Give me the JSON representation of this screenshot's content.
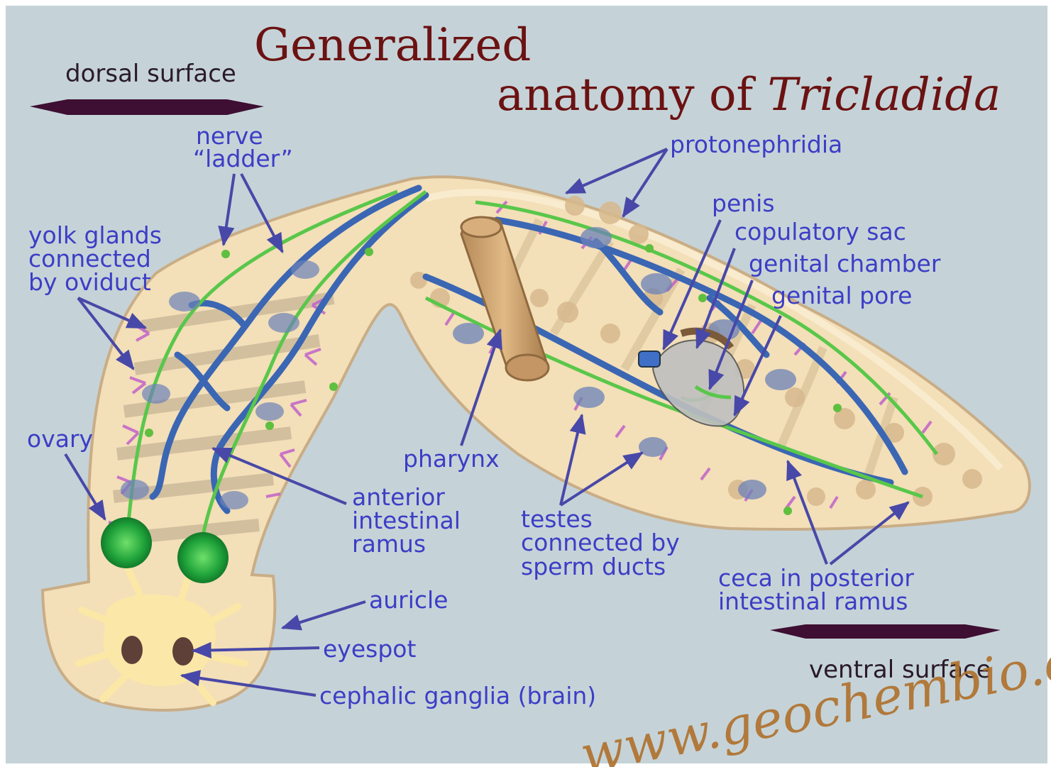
{
  "title": {
    "line1": "Generalized",
    "line2_prefix": "anatomy of ",
    "line2_italic": "Tricladida"
  },
  "ribbons": {
    "dorsal": "dorsal surface",
    "ventral": "ventral surface"
  },
  "labels": {
    "nerve_1": "nerve",
    "nerve_2": "“ladder”",
    "yolk_1": "yolk glands",
    "yolk_2": "connected",
    "yolk_3": "by oviduct",
    "ovary": "ovary",
    "protonephridia": "protonephridia",
    "penis": "penis",
    "copulatory_sac": "copulatory sac",
    "genital_chamber": "genital chamber",
    "genital_pore": "genital pore",
    "pharynx": "pharynx",
    "anterior_1": "anterior",
    "anterior_2": "intestinal",
    "anterior_3": "ramus",
    "testes_1": "testes",
    "testes_2": "connected by",
    "testes_3": "sperm ducts",
    "ceca_1": "ceca in posterior",
    "ceca_2": "intestinal ramus",
    "auricle": "auricle",
    "eyespot": "eyespot",
    "cephalic": "cephalic ganglia (brain)"
  },
  "watermark": "www.geochembio.com",
  "colors": {
    "background": "#c5d3d8",
    "body": "#f3dfb8",
    "label": "#3d3dc6",
    "title": "#6b1212",
    "ribbon": "#3e0f32",
    "nerve": "#3b66b3",
    "oviduct": "#59c74a",
    "yolk": "#c061c9",
    "ovary": "#1fa23a",
    "watermark": "#b0722e"
  }
}
